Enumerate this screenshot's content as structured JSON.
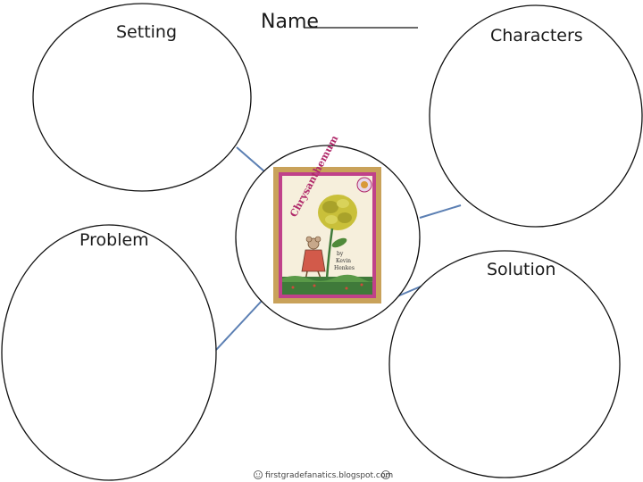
{
  "header": {
    "name_label": "Name"
  },
  "map": {
    "setting_label": "Setting",
    "characters_label": "Characters",
    "problem_label": "Problem",
    "solution_label": "Solution"
  },
  "book_cover": {
    "title": "Chrysanthemum",
    "by_line": "by",
    "author_first": "Kevin",
    "author_last": "Henkes"
  },
  "footer": {
    "credit": "firstgradefanatics.blogspot.com"
  },
  "colors": {
    "connector": "#5b7fb3",
    "outline": "#111111",
    "cover_frame": "#c9a25a",
    "cover_border": "#c0418a",
    "cover_title": "#b02a6a",
    "flower_yellow": "#c9c03a",
    "grass_green": "#3f7a3a"
  }
}
